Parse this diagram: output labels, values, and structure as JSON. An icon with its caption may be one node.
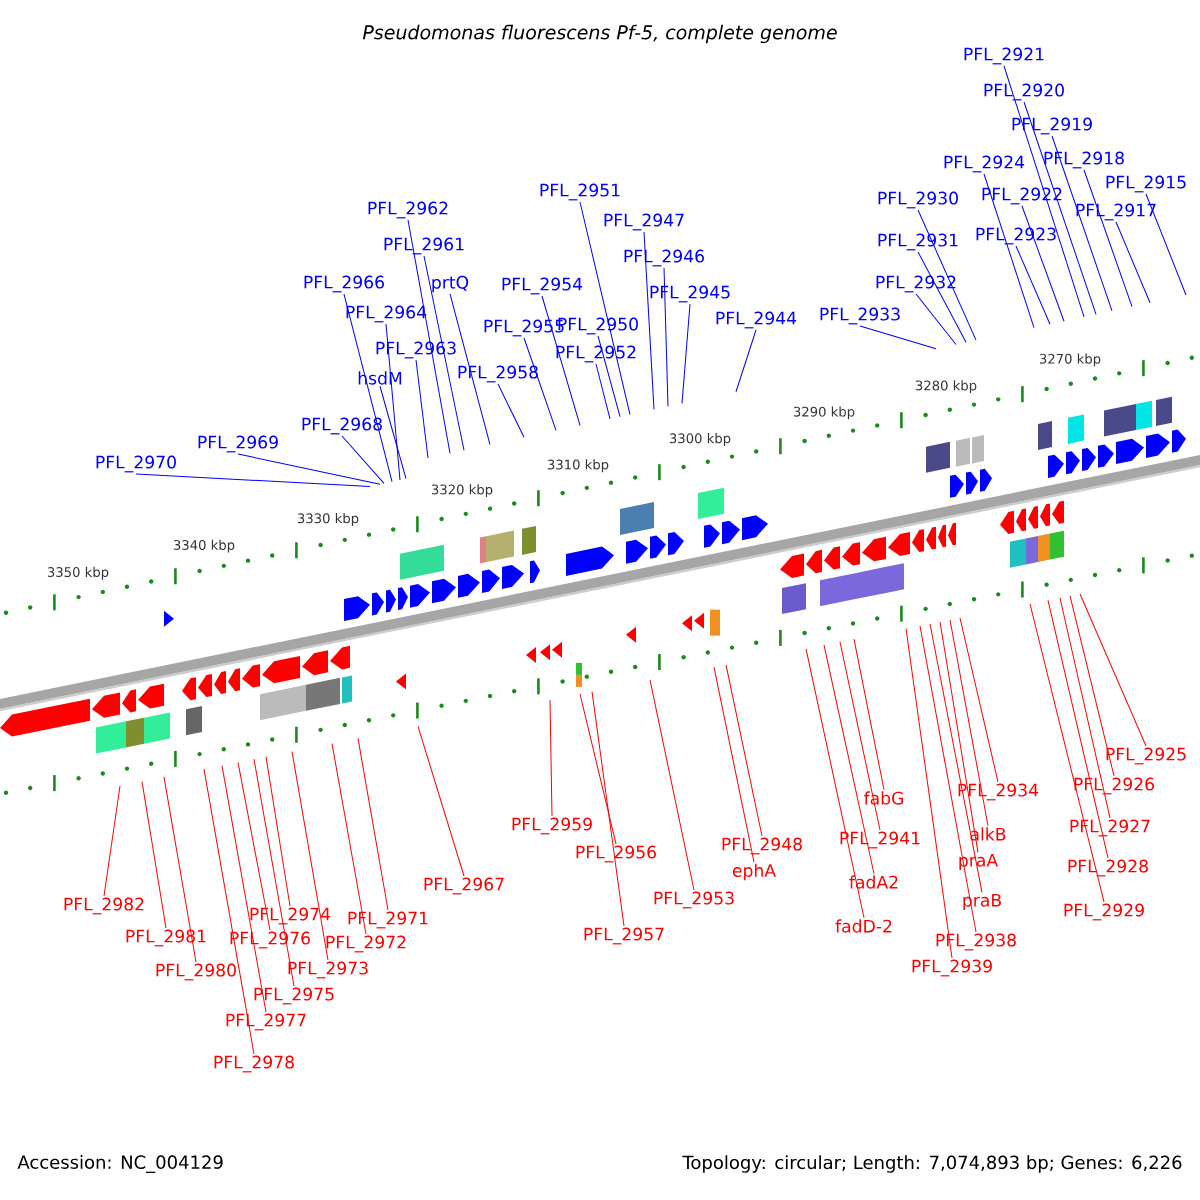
{
  "diagram": {
    "title": "Pseudomonas fluorescens Pf-5, complete genome",
    "nodes": [
      {
        "text": [
          "PFL_2962"
        ]
      },
      {
        "text": [
          "PFL_2961"
        ]
      },
      {
        "text": [
          "PFL_2966"
        ]
      },
      {
        "text": [
          "prtQ"
        ]
      },
      {
        "text": [
          "PFL_2964"
        ]
      },
      {
        "text": [
          "PFL_2963"
        ]
      },
      {
        "text": [
          "hsdM"
        ]
      },
      {
        "text": [
          "PFL_2968"
        ]
      },
      {
        "text": [
          "PFL_2969"
        ]
      },
      {
        "text": [
          "PFL_2970"
        ]
      },
      {
        "text": [
          "PFL_2954"
        ]
      },
      {
        "text": [
          "PFL_2955"
        ]
      },
      {
        "text": [
          "PFL_2958"
        ]
      },
      {
        "text": [
          "PFL_2951"
        ]
      },
      {
        "text": [
          "PFL_2947"
        ]
      },
      {
        "text": [
          "PFL_2946"
        ]
      },
      {
        "text": [
          "PFL_2950"
        ]
      },
      {
        "text": [
          "PFL_2945"
        ]
      },
      {
        "text": [
          "PFL_2952"
        ]
      },
      {
        "text": [
          "PFL_2944"
        ]
      },
      {
        "text": [
          "PFL_2933"
        ]
      },
      {
        "text": [
          "PFL_2930"
        ]
      },
      {
        "text": [
          "PFL_2931"
        ]
      },
      {
        "text": [
          "PFL_2932"
        ]
      },
      {
        "text": [
          "PFL_2921"
        ]
      },
      {
        "text": [
          "PFL_2920"
        ]
      },
      {
        "text": [
          "PFL_2919"
        ]
      },
      {
        "text": [
          "PFL_2924"
        ]
      },
      {
        "text": [
          "PFL_2918"
        ]
      },
      {
        "text": [
          "PFL_2915"
        ]
      },
      {
        "text": [
          "PFL_2922"
        ]
      },
      {
        "text": [
          "PFL_2917"
        ]
      },
      {
        "text": [
          "PFL_2923"
        ]
      },
      {
        "text": [
          "PFL_2967"
        ]
      },
      {
        "text": [
          "PFL_2982"
        ]
      },
      {
        "text": [
          "PFL_2974"
        ]
      },
      {
        "text": [
          "PFL_2971"
        ]
      },
      {
        "text": [
          "PFL_2981"
        ]
      },
      {
        "text": [
          "PFL_2976"
        ]
      },
      {
        "text": [
          "PFL_2972"
        ]
      },
      {
        "text": [
          "PFL_2973"
        ]
      },
      {
        "text": [
          "PFL_2980"
        ]
      },
      {
        "text": [
          "PFL_2975"
        ]
      },
      {
        "text": [
          "PFL_2977"
        ]
      },
      {
        "text": [
          "PFL_2978"
        ]
      },
      {
        "text": [
          "PFL_2959"
        ]
      },
      {
        "text": [
          "PFL_2956"
        ]
      },
      {
        "text": [
          "PFL_2957"
        ]
      },
      {
        "text": [
          "PFL_2953"
        ]
      },
      {
        "text": [
          "PFL_2948"
        ]
      },
      {
        "text": [
          "ephA"
        ]
      },
      {
        "text": [
          "fadA2"
        ]
      },
      {
        "text": [
          "fadD-2"
        ]
      },
      {
        "text": [
          "fabG"
        ]
      },
      {
        "text": [
          "PFL_2941"
        ]
      },
      {
        "text": [
          "PFL_2939"
        ]
      },
      {
        "text": [
          "PFL_2938"
        ]
      },
      {
        "text": [
          "PFL_2934"
        ]
      },
      {
        "text": [
          "alkB"
        ]
      },
      {
        "text": [
          "praA"
        ]
      },
      {
        "text": [
          "praB"
        ]
      },
      {
        "text": [
          "PFL_2925"
        ]
      },
      {
        "text": [
          "PFL_2926"
        ]
      },
      {
        "text": [
          "PFL_2927"
        ]
      },
      {
        "text": [
          "PFL_2928"
        ]
      },
      {
        "text": [
          "PFL_2929"
        ]
      }
    ],
    "edges": [
      {
        "from": 0,
        "to": null,
        "arrow": "none",
        "color": "#0000ff"
      },
      {
        "from": 1,
        "to": null,
        "arrow": "none",
        "color": "#0000ff"
      },
      {
        "from": 2,
        "to": null,
        "arrow": "none",
        "color": "#0000ff"
      },
      {
        "from": 3,
        "to": null,
        "arrow": "none",
        "color": "#0000ff"
      },
      {
        "from": 4,
        "to": null,
        "arrow": "none",
        "color": "#0000ff"
      },
      {
        "from": 5,
        "to": null,
        "arrow": "none",
        "color": "#0000ff"
      },
      {
        "from": 6,
        "to": null,
        "arrow": "none",
        "color": "#0000ff"
      },
      {
        "from": 7,
        "to": null,
        "arrow": "none",
        "color": "#0000ff"
      },
      {
        "from": 8,
        "to": null,
        "arrow": "none",
        "color": "#0000ff"
      },
      {
        "from": 9,
        "to": null,
        "arrow": "none",
        "color": "#0000ff"
      },
      {
        "from": 10,
        "to": null,
        "arrow": "none",
        "color": "#0000ff"
      },
      {
        "from": 11,
        "to": null,
        "arrow": "none",
        "color": "#0000ff"
      },
      {
        "from": 12,
        "to": null,
        "arrow": "none",
        "color": "#0000ff"
      },
      {
        "from": 13,
        "to": null,
        "arrow": "none",
        "color": "#0000ff"
      },
      {
        "from": 14,
        "to": null,
        "arrow": "none",
        "color": "#0000ff"
      },
      {
        "from": 15,
        "to": null,
        "arrow": "none",
        "color": "#0000ff"
      },
      {
        "from": 16,
        "to": null,
        "arrow": "none",
        "color": "#0000ff"
      },
      {
        "from": 17,
        "to": null,
        "arrow": "none",
        "color": "#0000ff"
      },
      {
        "from": 18,
        "to": null,
        "arrow": "none",
        "color": "#0000ff"
      },
      {
        "from": 19,
        "to": null,
        "arrow": "none",
        "color": "#0000ff"
      },
      {
        "from": 20,
        "to": null,
        "arrow": "none",
        "color": "#0000ff"
      },
      {
        "from": 21,
        "to": null,
        "arrow": "none",
        "color": "#0000ff"
      },
      {
        "from": 22,
        "to": null,
        "arrow": "none",
        "color": "#0000ff"
      },
      {
        "from": 23,
        "to": null,
        "arrow": "none",
        "color": "#0000ff"
      },
      {
        "from": 24,
        "to": null,
        "arrow": "none",
        "color": "#0000ff"
      },
      {
        "from": 25,
        "to": null,
        "arrow": "none",
        "color": "#0000ff"
      },
      {
        "from": 26,
        "to": null,
        "arrow": "none",
        "color": "#0000ff"
      },
      {
        "from": 27,
        "to": null,
        "arrow": "none",
        "color": "#0000ff"
      },
      {
        "from": 28,
        "to": null,
        "arrow": "none",
        "color": "#0000ff"
      },
      {
        "from": 29,
        "to": null,
        "arrow": "none",
        "color": "#0000ff"
      },
      {
        "from": 30,
        "to": null,
        "arrow": "none",
        "color": "#0000ff"
      },
      {
        "from": 31,
        "to": null,
        "arrow": "none",
        "color": "#0000ff"
      },
      {
        "from": 32,
        "to": null,
        "arrow": "none",
        "color": "#0000ff"
      },
      {
        "from": 33,
        "to": null,
        "arrow": "none",
        "color": "#ff0000"
      },
      {
        "from": 34,
        "to": null,
        "arrow": "none",
        "color": "#ff0000"
      },
      {
        "from": 35,
        "to": null,
        "arrow": "none",
        "color": "#ff0000"
      },
      {
        "from": 36,
        "to": null,
        "arrow": "none",
        "color": "#ff0000"
      },
      {
        "from": 37,
        "to": null,
        "arrow": "none",
        "color": "#ff0000"
      },
      {
        "from": 38,
        "to": null,
        "arrow": "none",
        "color": "#ff0000"
      },
      {
        "from": 39,
        "to": null,
        "arrow": "none",
        "color": "#ff0000"
      },
      {
        "from": 40,
        "to": null,
        "arrow": "none",
        "color": "#ff0000"
      },
      {
        "from": 41,
        "to": null,
        "arrow": "none",
        "color": "#ff0000"
      },
      {
        "from": 42,
        "to": null,
        "arrow": "none",
        "color": "#ff0000"
      },
      {
        "from": 43,
        "to": null,
        "arrow": "none",
        "color": "#ff0000"
      },
      {
        "from": 44,
        "to": null,
        "arrow": "none",
        "color": "#ff0000"
      },
      {
        "from": 45,
        "to": null,
        "arrow": "none",
        "color": "#ff0000"
      },
      {
        "from": 46,
        "to": null,
        "arrow": "none",
        "color": "#ff0000"
      },
      {
        "from": 47,
        "to": null,
        "arrow": "none",
        "color": "#ff0000"
      },
      {
        "from": 48,
        "to": null,
        "arrow": "none",
        "color": "#ff0000"
      },
      {
        "from": 49,
        "to": null,
        "arrow": "none",
        "color": "#ff0000"
      },
      {
        "from": 50,
        "to": null,
        "arrow": "none",
        "color": "#ff0000"
      },
      {
        "from": 51,
        "to": null,
        "arrow": "none",
        "color": "#ff0000"
      },
      {
        "from": 52,
        "to": null,
        "arrow": "none",
        "color": "#ff0000"
      },
      {
        "from": 53,
        "to": null,
        "arrow": "none",
        "color": "#ff0000"
      },
      {
        "from": 54,
        "to": null,
        "arrow": "none",
        "color": "#ff0000"
      },
      {
        "from": 55,
        "to": null,
        "arrow": "none",
        "color": "#ff0000"
      },
      {
        "from": 56,
        "to": null,
        "arrow": "none",
        "color": "#ff0000"
      },
      {
        "from": 57,
        "to": null,
        "arrow": "none",
        "color": "#ff0000"
      },
      {
        "from": 58,
        "to": null,
        "arrow": "none",
        "color": "#ff0000"
      },
      {
        "from": 59,
        "to": null,
        "arrow": "none",
        "color": "#ff0000"
      },
      {
        "from": 60,
        "to": null,
        "arrow": "none",
        "color": "#ff0000"
      },
      {
        "from": 61,
        "to": null,
        "arrow": "none",
        "color": "#ff0000"
      },
      {
        "from": 62,
        "to": null,
        "arrow": "none",
        "color": "#ff0000"
      },
      {
        "from": 63,
        "to": null,
        "arrow": "none",
        "color": "#ff0000"
      },
      {
        "from": 64,
        "to": null,
        "arrow": "none",
        "color": "#ff0000"
      },
      {
        "from": 65,
        "to": null,
        "arrow": "none",
        "color": "#ff0000"
      }
    ],
    "labels": [
      "3270 kbp",
      "3280 kbp",
      "3290 kbp",
      "3300 kbp",
      "3310 kbp",
      "3320 kbp",
      "3330 kbp",
      "3340 kbp",
      "3350 kbp",
      "Accession: NC_004129",
      "Topology: circular; Length: 7,074,893 bp; Genes: 6,226"
    ]
  }
}
